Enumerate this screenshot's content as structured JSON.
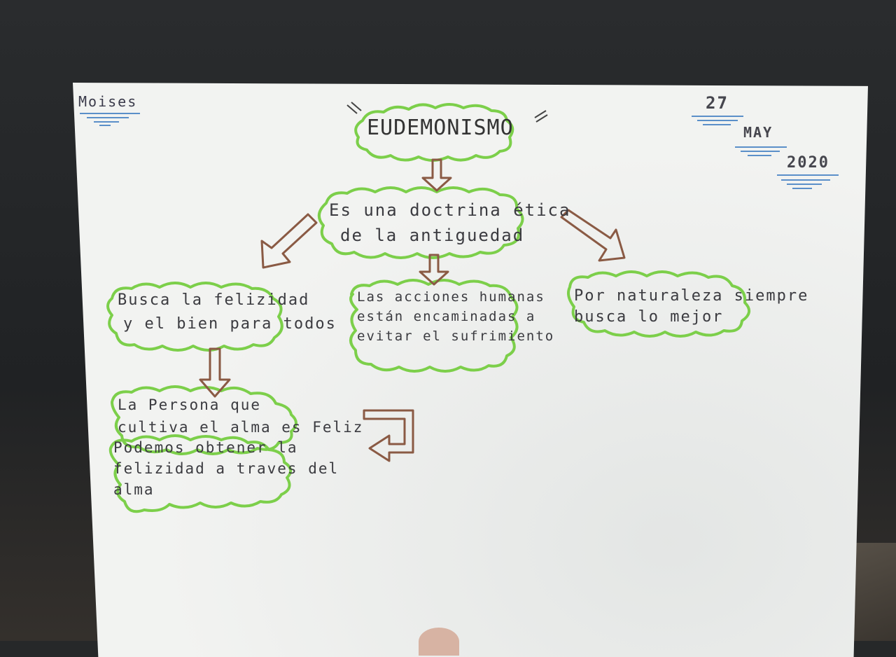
{
  "author": "Moises",
  "date": {
    "day": "27",
    "month": "MAY",
    "year": "2020"
  },
  "diagram": {
    "title": "EUDEMONISMO",
    "definition": [
      "Es una doctrina ética",
      "de la antiguedad"
    ],
    "branches": [
      {
        "lines": [
          "Busca la felizidad",
          "y el bien para todos"
        ]
      },
      {
        "lines": [
          "Las acciones humanas",
          "están encaminadas a",
          "evitar el sufrimiento"
        ]
      },
      {
        "lines": [
          "Por naturaleza siempre",
          "busca lo mejor"
        ]
      }
    ],
    "sub_node_1": [
      "La Persona que",
      "cultiva el alma es Feliz"
    ],
    "sub_node_2": [
      "Podemos obtener la",
      "felizidad a traves del",
      "alma"
    ]
  },
  "colors": {
    "cloud_outline": "#7ccf4a",
    "arrow": "#8a5a44",
    "ink": "#3b3b40",
    "underline": "#5b8fc9"
  }
}
